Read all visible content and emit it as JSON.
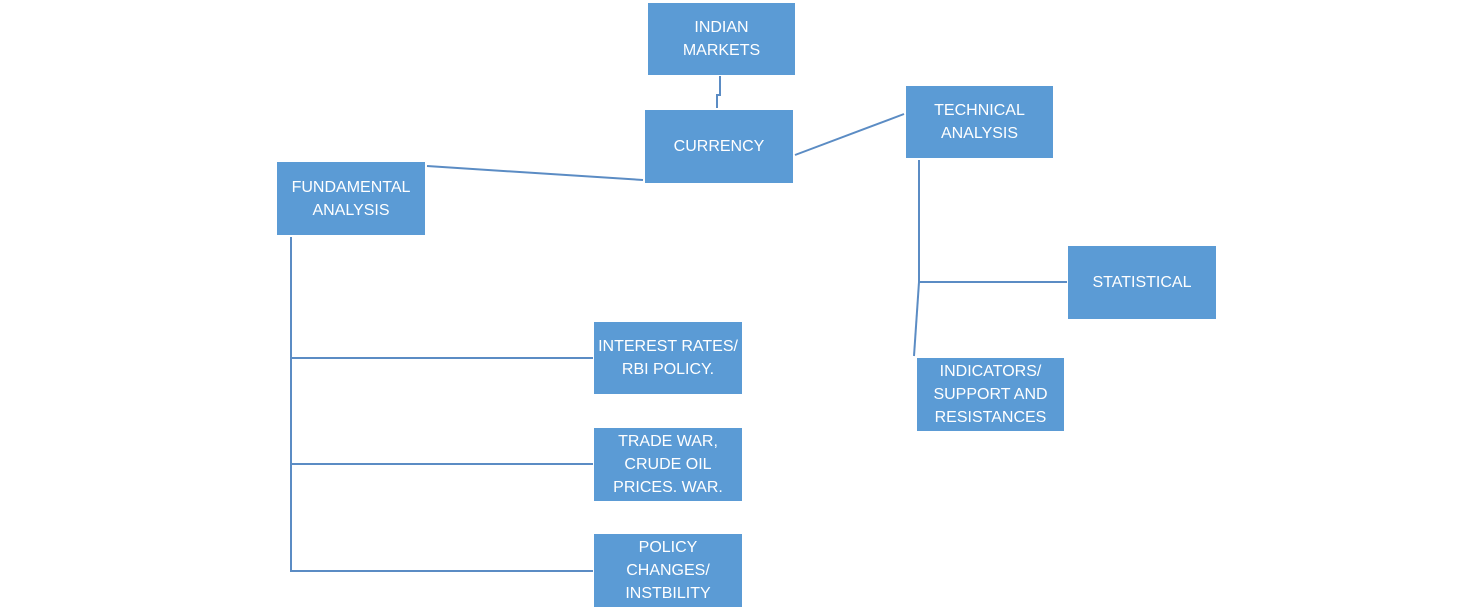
{
  "diagram": {
    "colors": {
      "box_fill": "#5b9bd5",
      "box_text": "#ffffff",
      "connector": "#5b8cc4"
    },
    "nodes": {
      "indian_markets": "INDIAN\nMARKETS",
      "currency": "CURRENCY",
      "technical_analysis": "TECHNICAL\nANALYSIS",
      "fundamental_analysis": "FUNDAMENTAL\nANALYSIS",
      "statistical": "STATISTICAL",
      "indicators": "INDICATORS/\nSUPPORT AND\nRESISTANCES",
      "interest_rates": "INTEREST RATES/\nRBI POLICY.",
      "trade_war": "TRADE WAR,\nCRUDE OIL\nPRICES. WAR.",
      "policy_changes": "POLICY\nCHANGES/\nINSTBILITY"
    }
  }
}
